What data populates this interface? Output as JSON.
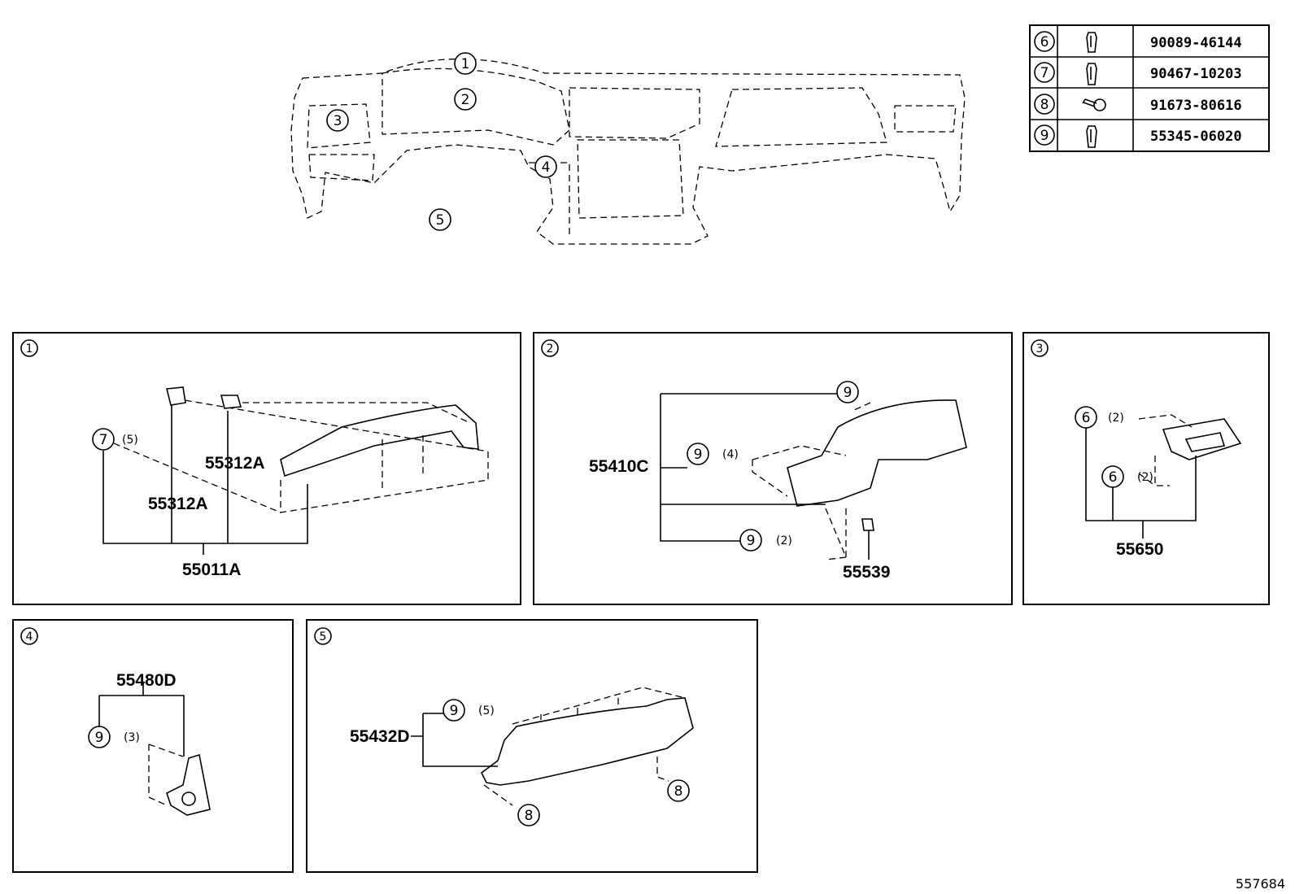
{
  "legend": [
    {
      "ref": "6",
      "part_no": "90089-46144",
      "icon": "clip-icon"
    },
    {
      "ref": "7",
      "part_no": "90467-10203",
      "icon": "clip-icon"
    },
    {
      "ref": "8",
      "part_no": "91673-80616",
      "icon": "screw-icon"
    },
    {
      "ref": "9",
      "part_no": "55345-06020",
      "icon": "clip-icon"
    }
  ],
  "overview": {
    "callouts": [
      "1",
      "2",
      "3",
      "4",
      "5"
    ]
  },
  "panels": {
    "p1": {
      "id": "1",
      "callout": "7",
      "qty": "(5)",
      "labels": [
        "55312A",
        "55312A",
        "55011A"
      ]
    },
    "p2": {
      "id": "2",
      "callouts": [
        "9",
        "9",
        "9"
      ],
      "qtys": [
        "(4)",
        "(2)"
      ],
      "labels": [
        "55410C",
        "55539"
      ]
    },
    "p3": {
      "id": "3",
      "callouts": [
        "6",
        "6"
      ],
      "qtys": [
        "(2)",
        "(2)"
      ],
      "labels": [
        "55650"
      ]
    },
    "p4": {
      "id": "4",
      "callout": "9",
      "qty": "(3)",
      "labels": [
        "55480D"
      ]
    },
    "p5": {
      "id": "5",
      "callouts": [
        "9",
        "8",
        "8"
      ],
      "qty": "(5)",
      "labels": [
        "55432D"
      ]
    }
  },
  "diagram_id": "557684"
}
